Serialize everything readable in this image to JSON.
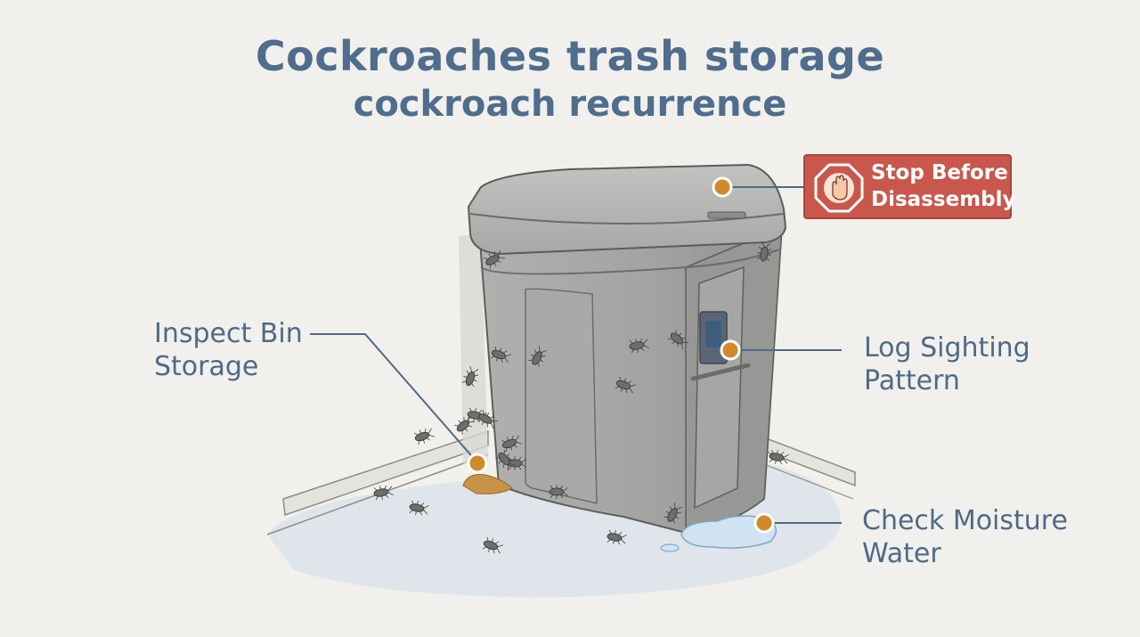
{
  "title": {
    "line1": "Cockroaches trash storage",
    "line2": "cockroach recurrence"
  },
  "callouts": {
    "inspect": {
      "line1": "Inspect Bin",
      "line2": "Storage"
    },
    "log": {
      "line1": "Log Sighting",
      "line2": "Pattern"
    },
    "moisture": {
      "line1": "Check Moisture",
      "line2": "Water"
    },
    "stop": {
      "line1": "Stop Before",
      "line2": "Disassembly",
      "icon": "stop-hand-icon"
    }
  },
  "colors": {
    "title": "#4f6d8c",
    "label": "#4e6a87",
    "marker": "#d08a2c",
    "stop_badge": "#c9574c",
    "bin": "#a4a4a4"
  }
}
